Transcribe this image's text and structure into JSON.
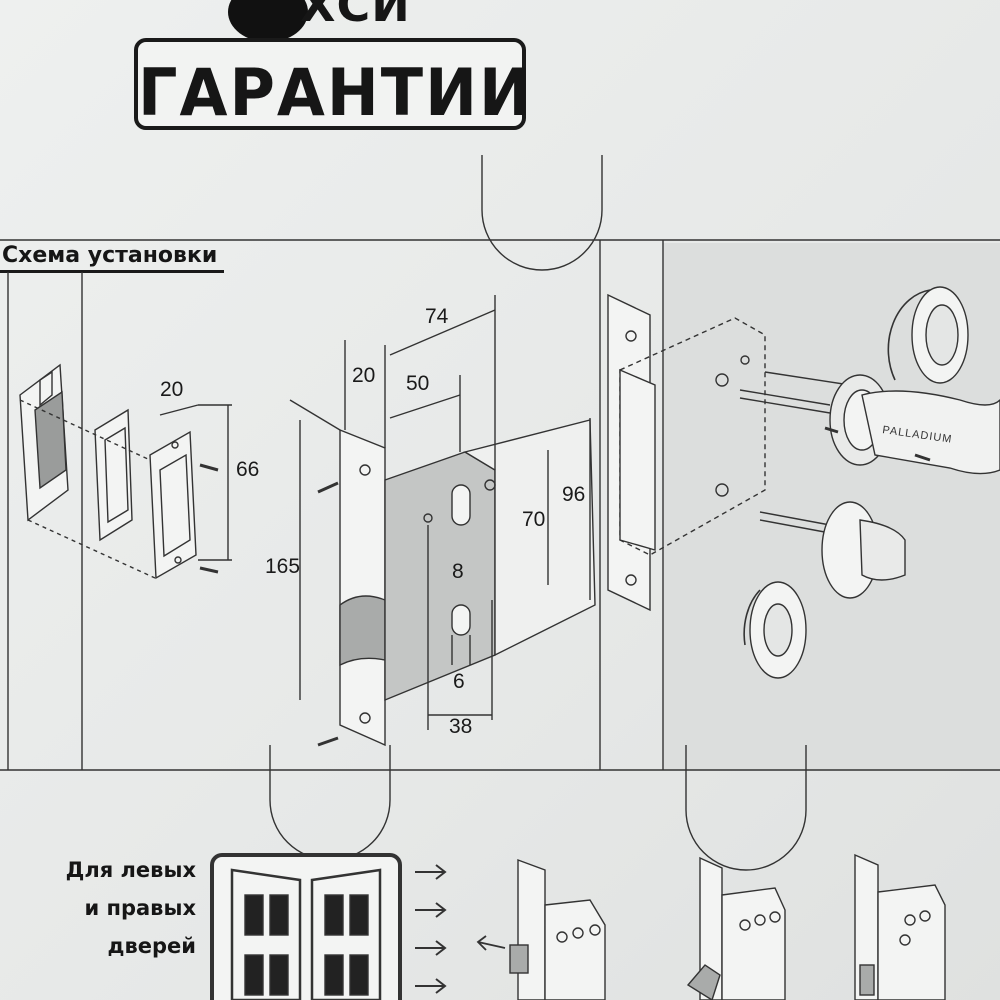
{
  "header": {
    "badge_top_text": "ХСИ",
    "badge_text": "ГАРАНТИИ"
  },
  "section": {
    "title": "Схема установки"
  },
  "dimensions": {
    "striker_width": "20",
    "striker_height": "66",
    "lock_height": "165",
    "faceplate_width": "20",
    "backset": "50",
    "case_depth": "74",
    "spindle_to_key": "70",
    "case_height": "96",
    "spindle_size": "8",
    "key_size": "6",
    "spindle_offset": "38"
  },
  "handle": {
    "brand": "PALLADIUM"
  },
  "doors": {
    "line1": "Для левых",
    "line2": "и правых",
    "line3": "дверей"
  }
}
